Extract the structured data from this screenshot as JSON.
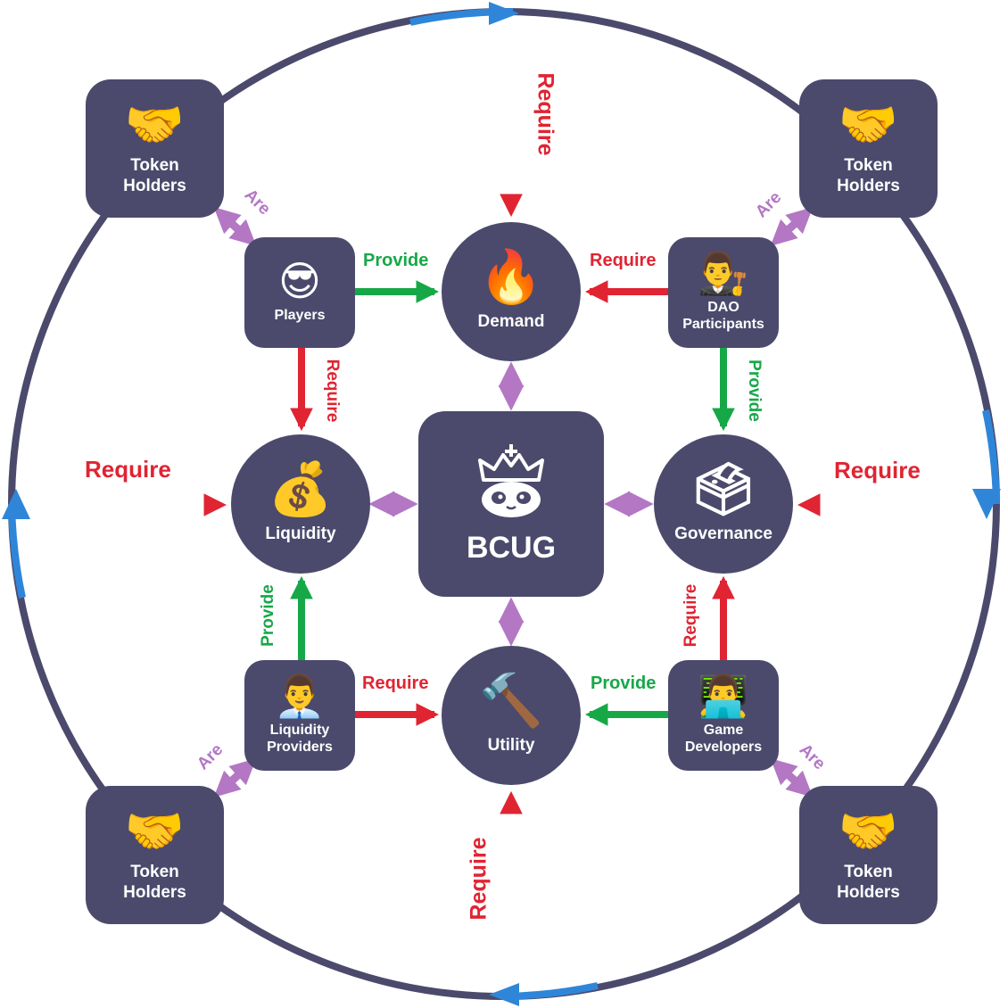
{
  "center": {
    "label": "BCUG",
    "icon": "panda-crown-icon"
  },
  "circles": {
    "demand": {
      "label": "Demand",
      "icon": "fire-icon",
      "glyph": "🔥"
    },
    "liquidity": {
      "label": "Liquidity",
      "icon": "money-bag-icon",
      "glyph": "💰"
    },
    "governance": {
      "label": "Governance",
      "icon": "ballot-box-icon",
      "glyph": "🗳"
    },
    "utility": {
      "label": "Utility",
      "icon": "hammer-icon",
      "glyph": "🔨"
    }
  },
  "roles": {
    "players": {
      "label": "Players",
      "icon": "sunglasses-face-icon",
      "glyph": "😎"
    },
    "dao": {
      "label_line1": "DAO",
      "label_line2": "Participants",
      "icon": "judge-icon",
      "glyph": "👨‍⚖️"
    },
    "lp": {
      "label_line1": "Liquidity",
      "label_line2": "Providers",
      "icon": "businessman-chart-icon",
      "glyph": "👨‍💼"
    },
    "devs": {
      "label_line1": "Game",
      "label_line2": "Developers",
      "icon": "technologist-icon",
      "glyph": "👨‍💻"
    }
  },
  "holders": {
    "line1": "Token",
    "line2": "Holders",
    "icon": "handshake-icon",
    "glyph": "🤝"
  },
  "labels": {
    "require": "Require",
    "provide": "Provide",
    "are": "Are"
  },
  "colors": {
    "node": "#4b4a6c",
    "require": "#e02432",
    "provide": "#16a847",
    "are": "#b377c4",
    "ring": "#4b4a6c",
    "ring_accent": "#2f86d8"
  }
}
